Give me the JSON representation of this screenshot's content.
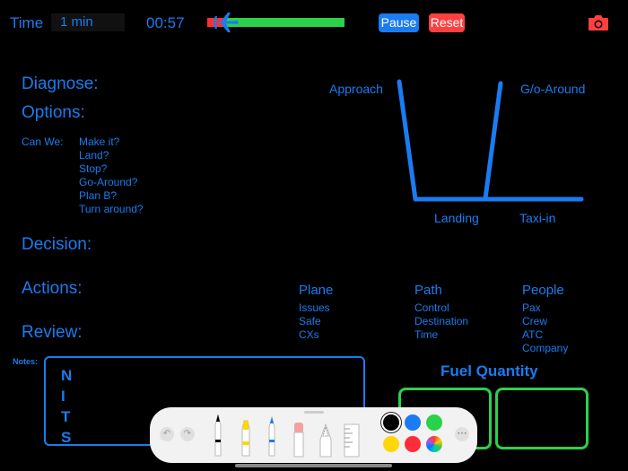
{
  "topbar": {
    "time_label": "Time",
    "duration": "1 min",
    "clock": "00:57",
    "progress": 0.13,
    "pause_label": "Pause",
    "reset_label": "Reset"
  },
  "sections": {
    "diagnose": "Diagnose:",
    "options": "Options:",
    "decision": "Decision:",
    "actions": "Actions:",
    "review": "Review:"
  },
  "can_we": {
    "label": "Can We:",
    "items": [
      "Make it?",
      "Land?",
      "Stop?",
      "Go-Around?",
      "Plan B?",
      "Turn around?"
    ]
  },
  "diagram": {
    "approach": "Approach",
    "go_around": "G/o-Around",
    "landing": "Landing",
    "taxi_in": "Taxi-in"
  },
  "actions_columns": [
    {
      "title": "Plane",
      "items": [
        "Issues",
        "Safe",
        "CXs"
      ]
    },
    {
      "title": "Path",
      "items": [
        "Control",
        "Destination",
        "Time"
      ]
    },
    {
      "title": "People",
      "items": [
        "Pax",
        "Crew",
        "ATC",
        "Company"
      ]
    }
  ],
  "notes": {
    "label": "Notes:",
    "letters": [
      "N",
      "I",
      "T",
      "S"
    ]
  },
  "fuel": {
    "title": "Fuel Quantity"
  },
  "colors": {
    "accent": "#1a7cf0",
    "green": "#2bd14a",
    "red": "#ff4040",
    "background": "#000000"
  },
  "toolbar": {
    "undo_icon": "undo-icon",
    "redo_icon": "redo-icon",
    "swatches": [
      "#000000",
      "#1a7cf0",
      "#2bd14a",
      "#ffd60a",
      "#ff2d3a",
      "color-wheel"
    ]
  }
}
